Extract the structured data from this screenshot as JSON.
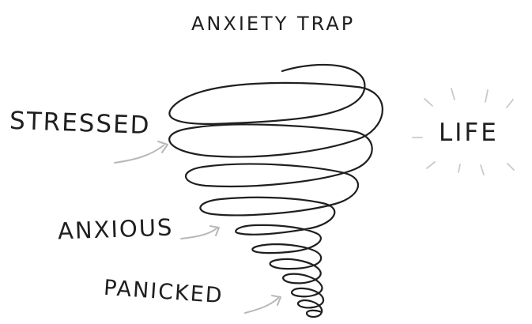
{
  "title": "ANXIETY TRAP",
  "labels": {
    "stressed": "STRESSED",
    "anxious": "ANXIOUS",
    "panicked": "PANICKED",
    "life": "LIFE"
  },
  "colors": {
    "ink": "#1f1f1f",
    "arrow": "#b8b8b8",
    "background": "#ffffff"
  },
  "icons": {
    "spiral": "spiral-icon",
    "arrow": "arrow-icon",
    "burst": "sunburst-icon"
  }
}
